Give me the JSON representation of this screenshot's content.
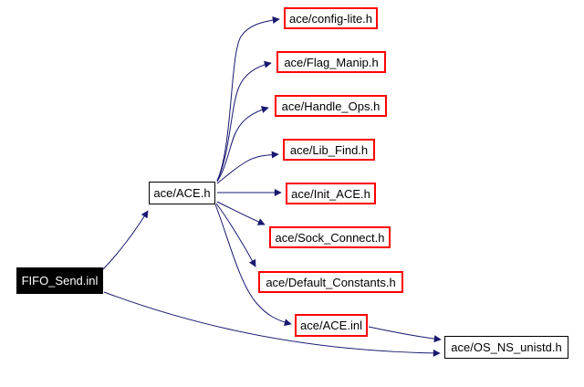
{
  "diagram": {
    "kind": "include-dependency-graph",
    "nodes": {
      "fifo_send": {
        "label": "FIFO_Send.inl",
        "style": "current"
      },
      "ace_h": {
        "label": "ace/ACE.h",
        "style": "normal"
      },
      "config_lite": {
        "label": "ace/config-lite.h",
        "style": "truncated"
      },
      "flag_manip": {
        "label": "ace/Flag_Manip.h",
        "style": "truncated"
      },
      "handle_ops": {
        "label": "ace/Handle_Ops.h",
        "style": "truncated"
      },
      "lib_find": {
        "label": "ace/Lib_Find.h",
        "style": "truncated"
      },
      "init_ace": {
        "label": "ace/Init_ACE.h",
        "style": "truncated"
      },
      "sock_connect": {
        "label": "ace/Sock_Connect.h",
        "style": "truncated"
      },
      "default_constants": {
        "label": "ace/Default_Constants.h",
        "style": "truncated"
      },
      "ace_inl": {
        "label": "ace/ACE.inl",
        "style": "truncated"
      },
      "os_ns_unistd": {
        "label": "ace/OS_NS_unistd.h",
        "style": "normal"
      }
    },
    "edges": [
      {
        "from": "FIFO_Send.inl",
        "to": "ace/ACE.h"
      },
      {
        "from": "FIFO_Send.inl",
        "to": "ace/OS_NS_unistd.h"
      },
      {
        "from": "ace/ACE.h",
        "to": "ace/config-lite.h"
      },
      {
        "from": "ace/ACE.h",
        "to": "ace/Flag_Manip.h"
      },
      {
        "from": "ace/ACE.h",
        "to": "ace/Handle_Ops.h"
      },
      {
        "from": "ace/ACE.h",
        "to": "ace/Lib_Find.h"
      },
      {
        "from": "ace/ACE.h",
        "to": "ace/Init_ACE.h"
      },
      {
        "from": "ace/ACE.h",
        "to": "ace/Sock_Connect.h"
      },
      {
        "from": "ace/ACE.h",
        "to": "ace/Default_Constants.h"
      },
      {
        "from": "ace/ACE.h",
        "to": "ace/ACE.inl"
      },
      {
        "from": "ace/ACE.inl",
        "to": "ace/OS_NS_unistd.h"
      }
    ],
    "colors": {
      "edge": "#191970",
      "truncated_border": "#ff0000",
      "node_border": "#000000",
      "current_bg": "#000000",
      "current_text": "#ffffff",
      "background": "#ffffff"
    }
  }
}
